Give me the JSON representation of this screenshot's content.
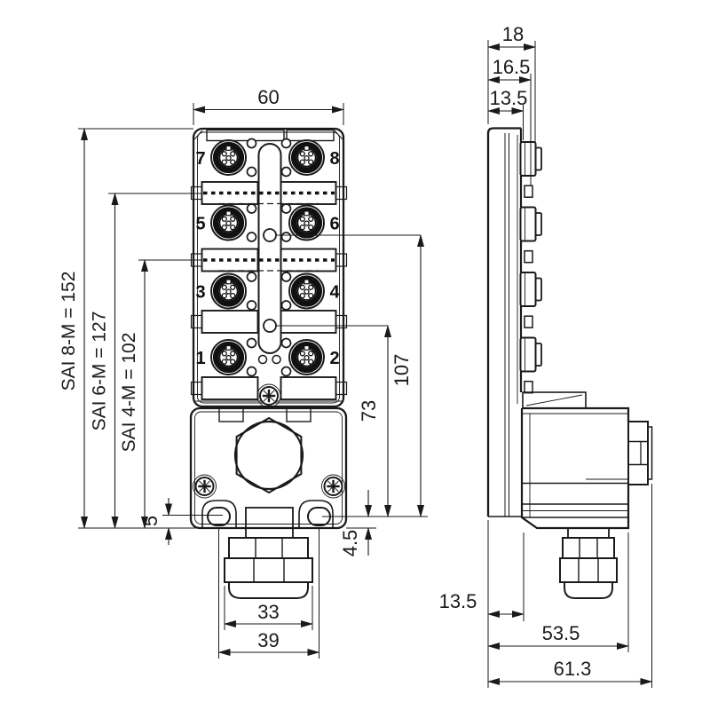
{
  "dims": {
    "front_width": "60",
    "sai8": "SAI 8-M = 152",
    "sai6": "SAI 6-M = 127",
    "sai4": "SAI 4-M = 102",
    "d107": "107",
    "d73": "73",
    "d45": "4.5",
    "d5": "5",
    "d33": "33",
    "d39": "39",
    "side_18": "18",
    "side_165": "16.5",
    "side_135_top": "13.5",
    "side_135_bottom": "13.5",
    "side_535": "53.5",
    "side_613": "61.3"
  },
  "ports": {
    "numbers": [
      "7",
      "8",
      "5",
      "6",
      "3",
      "4",
      "1",
      "2"
    ]
  }
}
